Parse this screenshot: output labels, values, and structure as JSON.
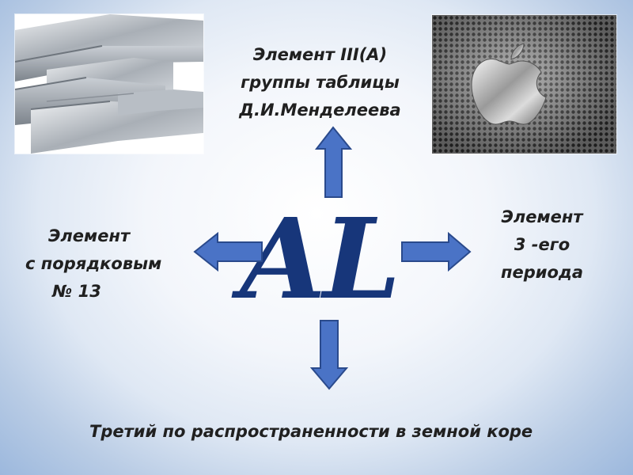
{
  "element": {
    "symbol": "AL"
  },
  "facts": {
    "top": [
      "Элемент III(А)",
      "группы таблицы",
      "Д.И.Менделеева"
    ],
    "left": [
      "Элемент",
      "с порядковым",
      "№ 13"
    ],
    "right": [
      "Элемент",
      "3 -его",
      "периода"
    ],
    "bottom": "Третий по распространенности в земной коре"
  },
  "colors": {
    "arrow_fill": "#4a73c6",
    "arrow_stroke": "#2a4a8c",
    "symbol": "#17367a",
    "text": "#202020"
  },
  "icons": {
    "up": "arrow-up-icon",
    "down": "arrow-down-icon",
    "left": "arrow-left-icon",
    "right": "arrow-right-icon"
  }
}
